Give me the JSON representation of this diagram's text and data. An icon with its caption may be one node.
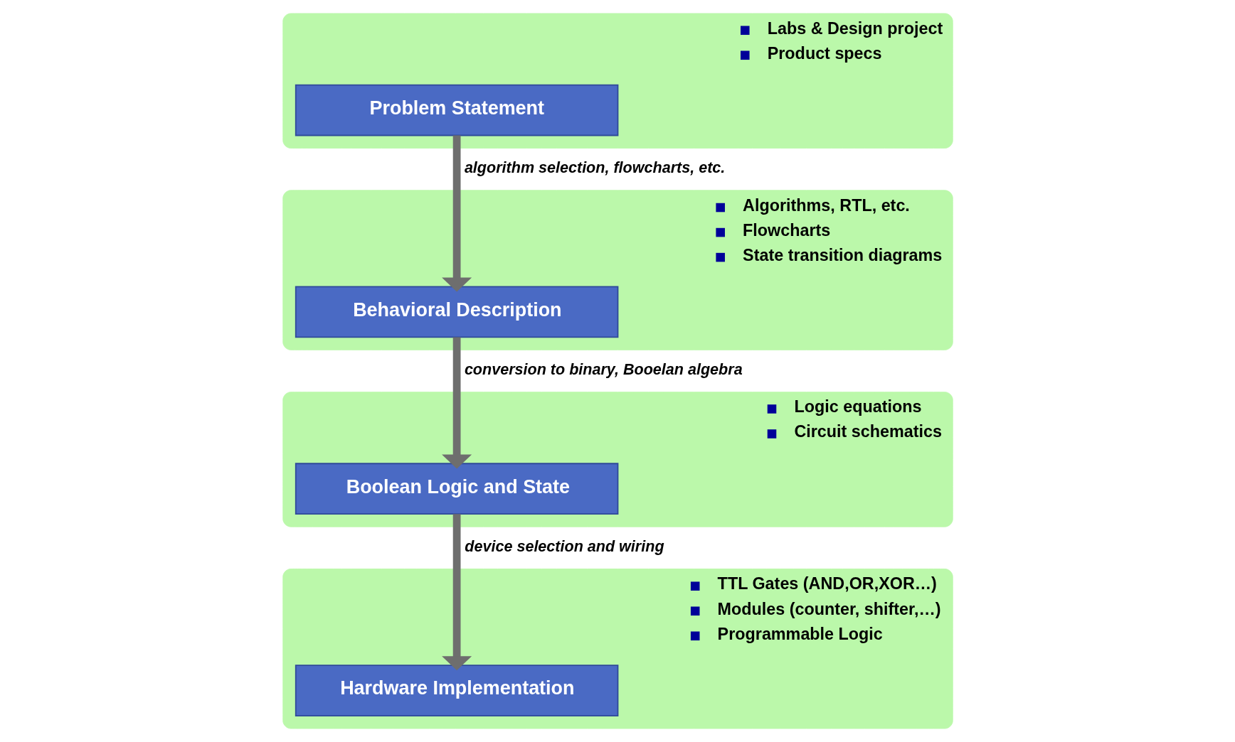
{
  "diagram": {
    "nodes": [
      {
        "text": [
          "Labs & Design project",
          "Product specs"
        ]
      },
      {
        "text": [
          "Problem Statement"
        ],
        "in": 0
      },
      {
        "text": [
          "Algorithms, RTL, etc.",
          "Flowcharts",
          "State transition diagrams"
        ]
      },
      {
        "text": [
          "Behavioral Description"
        ],
        "in": 2
      },
      {
        "text": [
          "Logic equations",
          "Circuit schematics"
        ]
      },
      {
        "text": [
          "Boolean Logic and State"
        ],
        "in": 4
      },
      {
        "text": [
          "TTL Gates (AND,OR,XOR…)",
          "Modules (counter, shifter,…)",
          "Programmable Logic"
        ]
      },
      {
        "text": [
          "Hardware Implementation"
        ],
        "in": 6
      }
    ],
    "edges": [
      {
        "from": 1,
        "to": 3,
        "arrow": "to",
        "label": "algorithm selection, flowcharts, etc."
      },
      {
        "from": 3,
        "to": 5,
        "arrow": "to",
        "label": "conversion to binary, Booelan algebra"
      },
      {
        "from": 5,
        "to": 7,
        "arrow": "to",
        "label": "device selection and wiring"
      }
    ]
  }
}
